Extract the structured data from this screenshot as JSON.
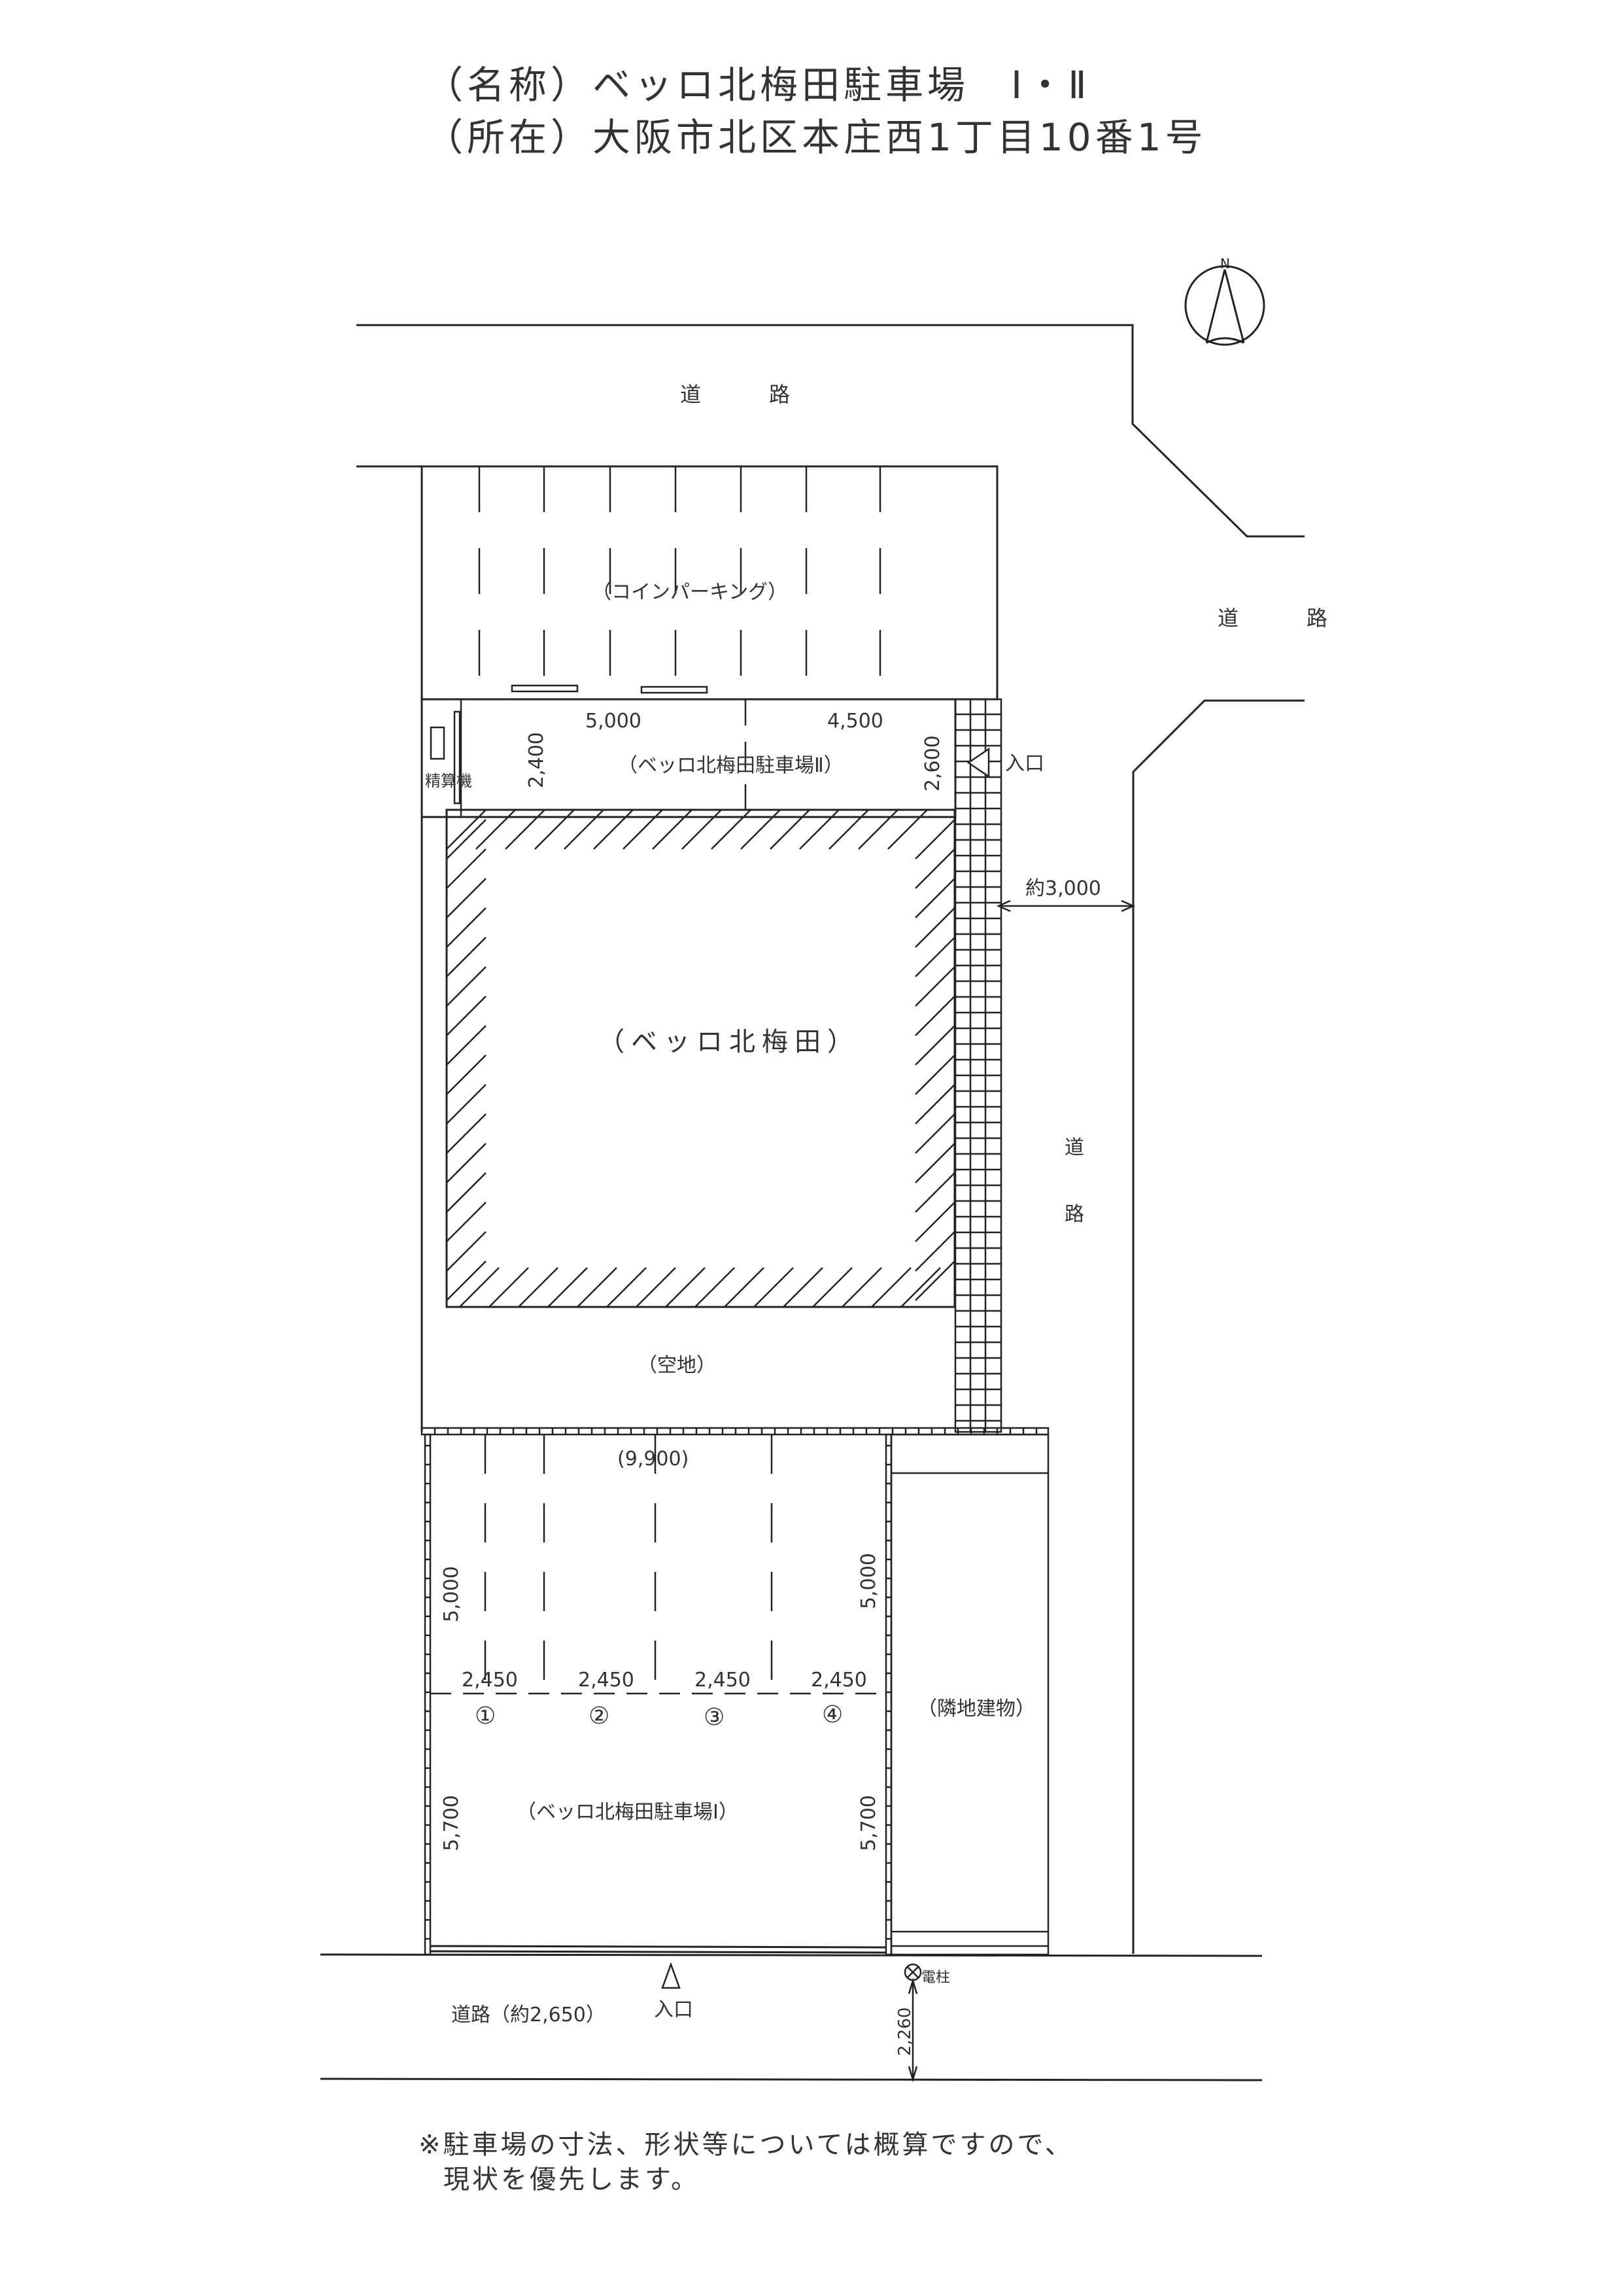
{
  "header": {
    "name_line": "（名称）ベッロ北梅田駐車場　Ⅰ・Ⅱ",
    "address_line": "（所在）大阪市北区本庄西1丁目10番1号"
  },
  "compass": {
    "label": "N"
  },
  "roads": {
    "north": "道　路",
    "northeast": "道　路",
    "east_top": "道",
    "east_bottom": "路",
    "south": "道路（約2,650）",
    "east_width": "約3,000",
    "south_pole_distance": "2,260"
  },
  "areas": {
    "coin_parking": "（コインパーキング）",
    "lot2": "（ベッロ北梅田駐車場Ⅱ）",
    "building": "（ベッロ北梅田）",
    "vacant": "（空地）",
    "lot1": "（ベッロ北梅田駐車場Ⅰ）",
    "neighbor": "（隣地建物）",
    "pay_machine": "精算機",
    "utility_pole": "電柱"
  },
  "entrances": {
    "lot2_entrance": "入口",
    "lot1_entrance": "入口"
  },
  "dimensions": {
    "lot2_width_left": "5,000",
    "lot2_width_right": "4,500",
    "lot2_depth_left": "2,400",
    "lot2_depth_right": "2,600",
    "lot1_total_width": "(9,900)",
    "lot1_upper_left": "5,000",
    "lot1_upper_right": "5,000",
    "lot1_lower_left": "5,700",
    "lot1_lower_right": "5,700",
    "space_widths": [
      "2,450",
      "2,450",
      "2,450",
      "2,450"
    ]
  },
  "spaces": [
    "①",
    "②",
    "③",
    "④"
  ],
  "footnote": {
    "line1": "※駐車場の寸法、形状等については概算ですので、",
    "line2": "現状を優先します。"
  }
}
